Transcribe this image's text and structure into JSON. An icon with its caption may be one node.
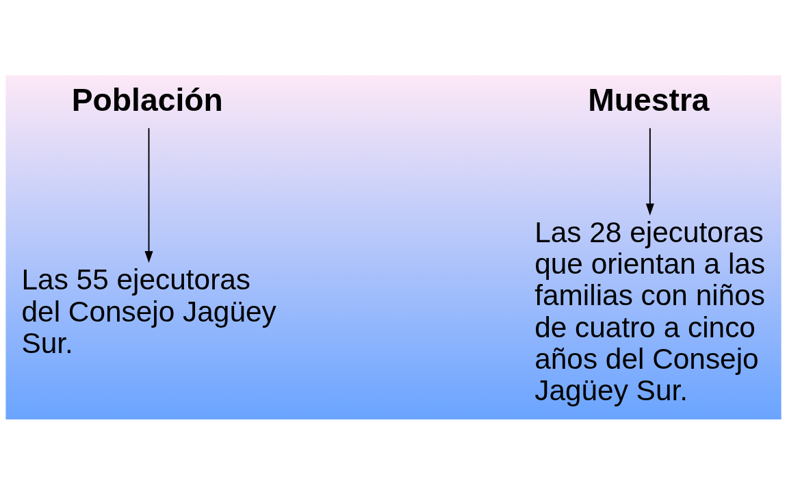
{
  "diagram": {
    "nodes": [
      {
        "text": [
          "Población"
        ]
      },
      {
        "text": [
          "Las 55 ejecutoras del Consejo Jagüey Sur."
        ]
      },
      {
        "text": [
          "Muestra"
        ]
      },
      {
        "text": [
          "Las 28 ejecutoras que orientan a las familias con niños de cuatro a cinco años del Consejo Jagüey Sur."
        ]
      }
    ],
    "edges": [
      {
        "from": 0,
        "to": 1,
        "arrow": "to"
      },
      {
        "from": 2,
        "to": 3,
        "arrow": "to"
      }
    ]
  }
}
